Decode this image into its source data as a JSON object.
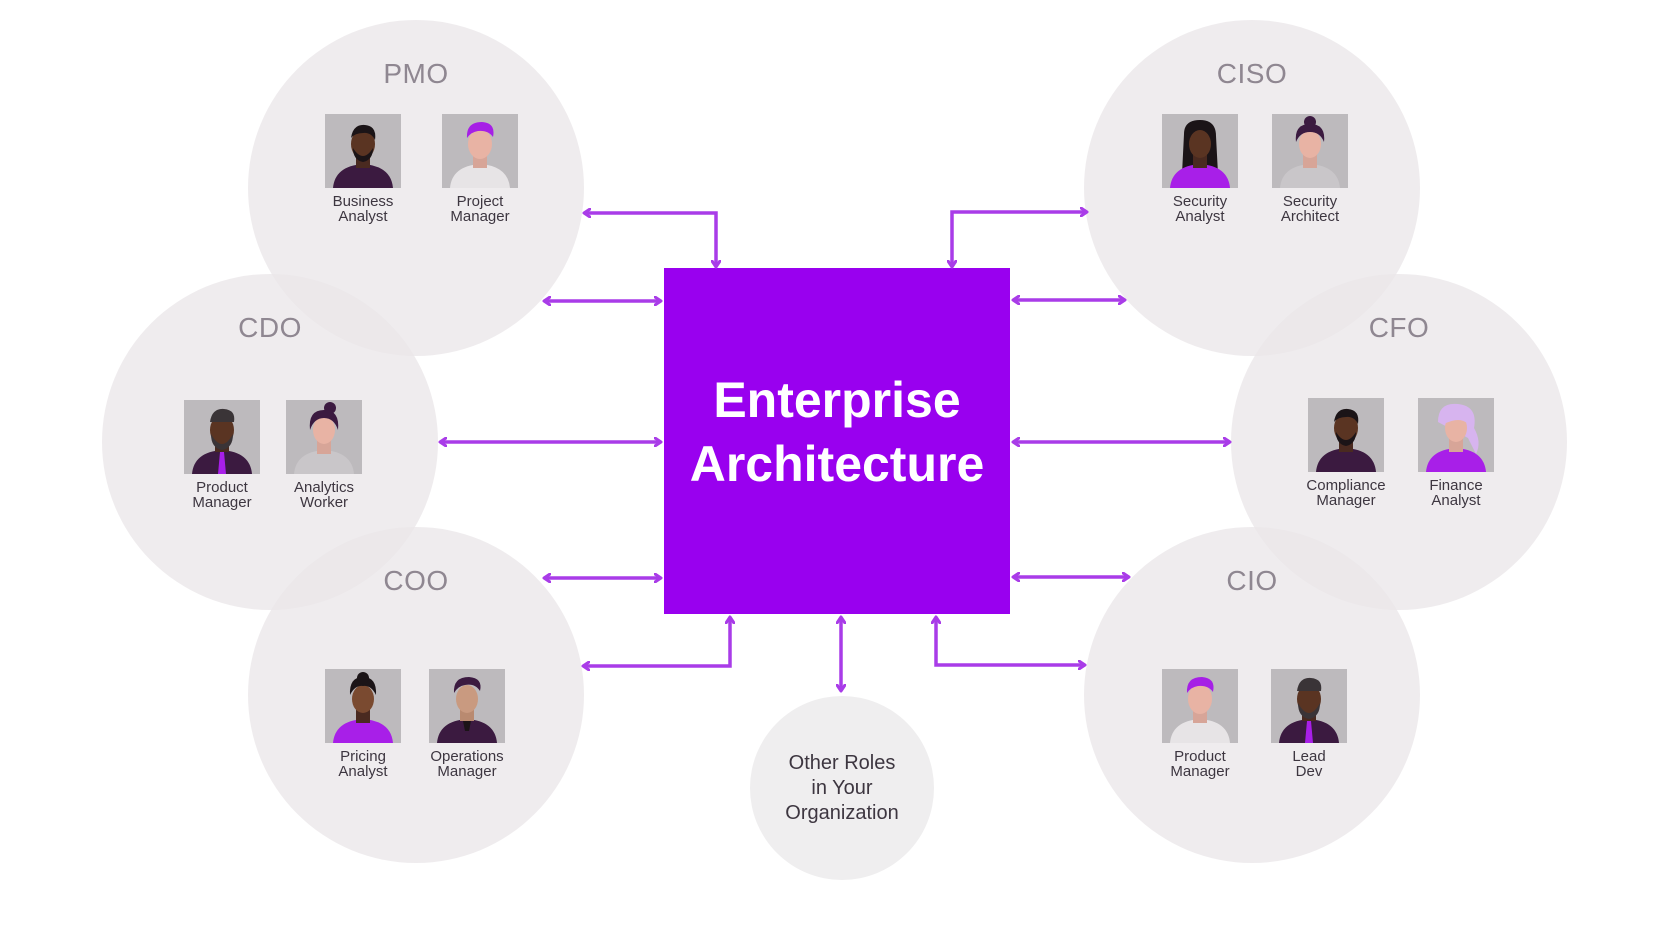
{
  "center": {
    "title": "Enterprise\nArchitecture"
  },
  "groups": {
    "pmo": {
      "title": "PMO",
      "roles": [
        "Business\nAnalyst",
        "Project\nManager"
      ]
    },
    "ciso": {
      "title": "CISO",
      "roles": [
        "Security\nAnalyst",
        "Security\nArchitect"
      ]
    },
    "cdo": {
      "title": "CDO",
      "roles": [
        "Product\nManager",
        "Analytics\nWorker"
      ]
    },
    "cfo": {
      "title": "CFO",
      "roles": [
        "Compliance\nManager",
        "Finance\nAnalyst"
      ]
    },
    "coo": {
      "title": "COO",
      "roles": [
        "Pricing\nAnalyst",
        "Operations\nManager"
      ]
    },
    "cio": {
      "title": "CIO",
      "roles": [
        "Product\nManager",
        "Lead\nDev"
      ]
    }
  },
  "other": {
    "label": "Other Roles\nin Your\nOrganization"
  },
  "colors": {
    "accent": "#9900ef",
    "arrow": "#a93ce8",
    "circle": "#eae7e9",
    "title_text": "#8f8791",
    "role_text": "#3d3640",
    "avatar_bg": "#bdbabd"
  }
}
